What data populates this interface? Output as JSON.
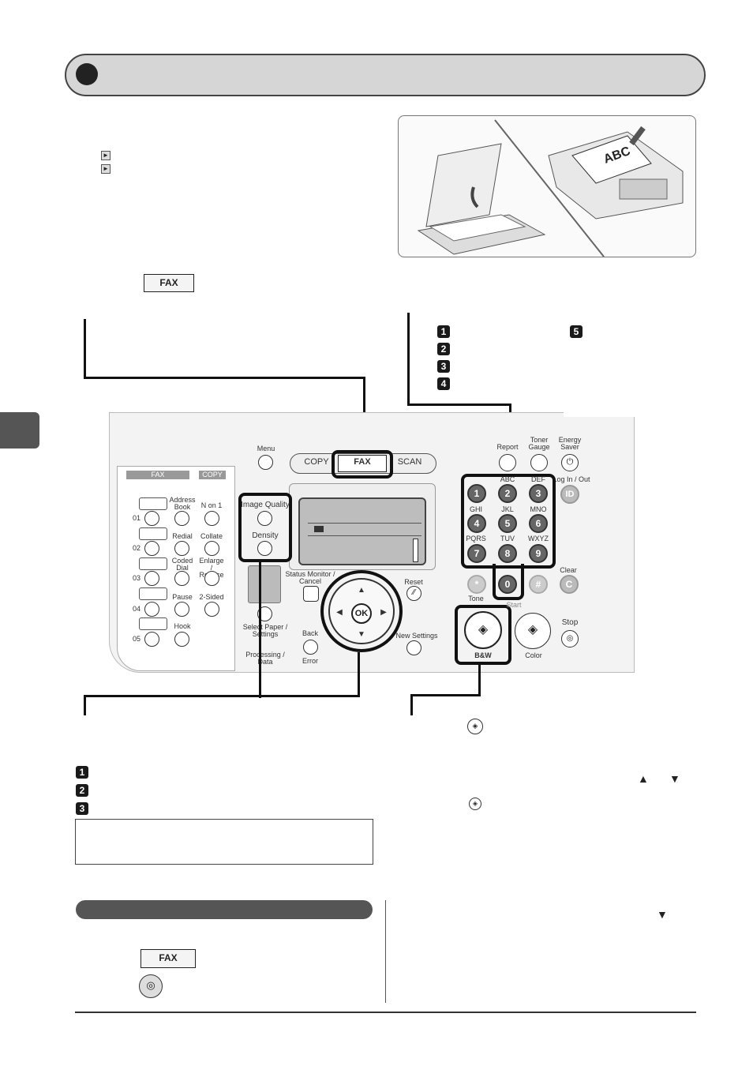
{
  "header": {
    "chapter_banner": ""
  },
  "fax_keys": {
    "top": "FAX",
    "bottom": "FAX"
  },
  "panel": {
    "menu": "Menu",
    "mode_buttons": [
      "COPY",
      "FAX",
      "SCAN"
    ],
    "fax_label": "FAX",
    "copy_label": "COPY",
    "one_touch_numbers": [
      "01",
      "02",
      "03",
      "04",
      "05"
    ],
    "left_buttons": [
      "Address Book",
      "N on 1",
      "Redial",
      "Collate",
      "Coded Dial",
      "Enlarge / Reduce",
      "Pause",
      "2-Sided",
      "Hook"
    ],
    "image_quality": "Image Quality",
    "density": "Density",
    "status_monitor": "Status Monitor / Cancel",
    "reset": "Reset",
    "ok": "OK",
    "select_paper": "Select Paper / Settings",
    "back": "Back",
    "new_settings": "New Settings",
    "processing_data": "Processing / Data",
    "error": "Error",
    "report": "Report",
    "toner_gauge": "Toner Gauge",
    "energy_saver": "Energy Saver",
    "log_in_out": "Log In / Out",
    "id": "ID",
    "clear": "Clear",
    "clear_key": "C",
    "tone": "Tone",
    "stop": "Stop",
    "bw": "B&W",
    "color": "Color",
    "start": "Start",
    "keypad": [
      {
        "digit": "1",
        "letters": ""
      },
      {
        "digit": "2",
        "letters": "ABC"
      },
      {
        "digit": "3",
        "letters": "DEF"
      },
      {
        "digit": "4",
        "letters": "GHI"
      },
      {
        "digit": "5",
        "letters": "JKL"
      },
      {
        "digit": "6",
        "letters": "MNO"
      },
      {
        "digit": "7",
        "letters": "PQRS"
      },
      {
        "digit": "8",
        "letters": "TUV"
      },
      {
        "digit": "9",
        "letters": "WXYZ"
      },
      {
        "digit": "*",
        "letters": ""
      },
      {
        "digit": "0",
        "letters": ""
      },
      {
        "digit": "#",
        "letters": ""
      }
    ]
  },
  "illustration": {
    "document_text": "ABC"
  },
  "steps_right": [
    "1",
    "2",
    "3",
    "4"
  ],
  "steps_right_extra": "5",
  "steps_left": [
    "1",
    "2",
    "3"
  ],
  "icons": {
    "up_arrow": "▲",
    "down_arrow": "▼",
    "bullet": "►"
  }
}
